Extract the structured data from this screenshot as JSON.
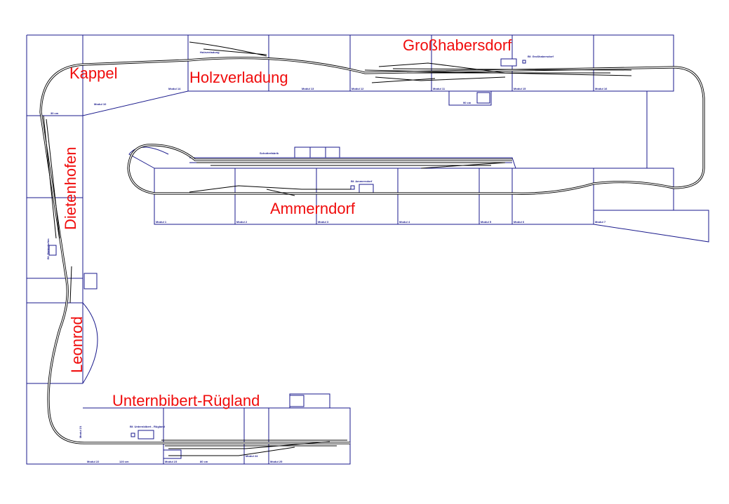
{
  "stations": {
    "kappel": "Kappel",
    "holzverladung": "Holzverladung",
    "grosshabersdorf": "Großhabersdorf",
    "dietenhofen": "Dietenhofen",
    "ammerndorf": "Ammerndorf",
    "leonrod": "Leonrod",
    "unternbibert": "Unternbibert-Rügland"
  },
  "small_labels": {
    "bf_grosshabersdorf": "Bf. Großhabersdorf",
    "bf_ammerndorf": "Bf. Ammerndorf",
    "bf_unternbibert": "Bf. Unternbibert - Rügland",
    "bf_dietenhofen": "Bf. Dietenhofen",
    "holzverladung": "Holzverladung",
    "schotterfabrik": "Schotterfabrik",
    "modules": [
      "Modul 1",
      "Modul 2",
      "Modul 3",
      "Modul 4",
      "Modul 5",
      "Modul 6",
      "Modul 7",
      "Modul 10",
      "Modul 11",
      "Modul 12",
      "Modul 13",
      "Modul 14",
      "Modul 15",
      "Modul 16",
      "Modul 21",
      "Modul 22",
      "Modul 23",
      "Modul 24",
      "Modul 25"
    ],
    "lengths": [
      "120 cm",
      "80 cm",
      "30 cm",
      "90 cm"
    ]
  },
  "colors": {
    "module_lines": "#1a1a8c",
    "station_labels": "#f00c0c",
    "track": "#000000"
  }
}
